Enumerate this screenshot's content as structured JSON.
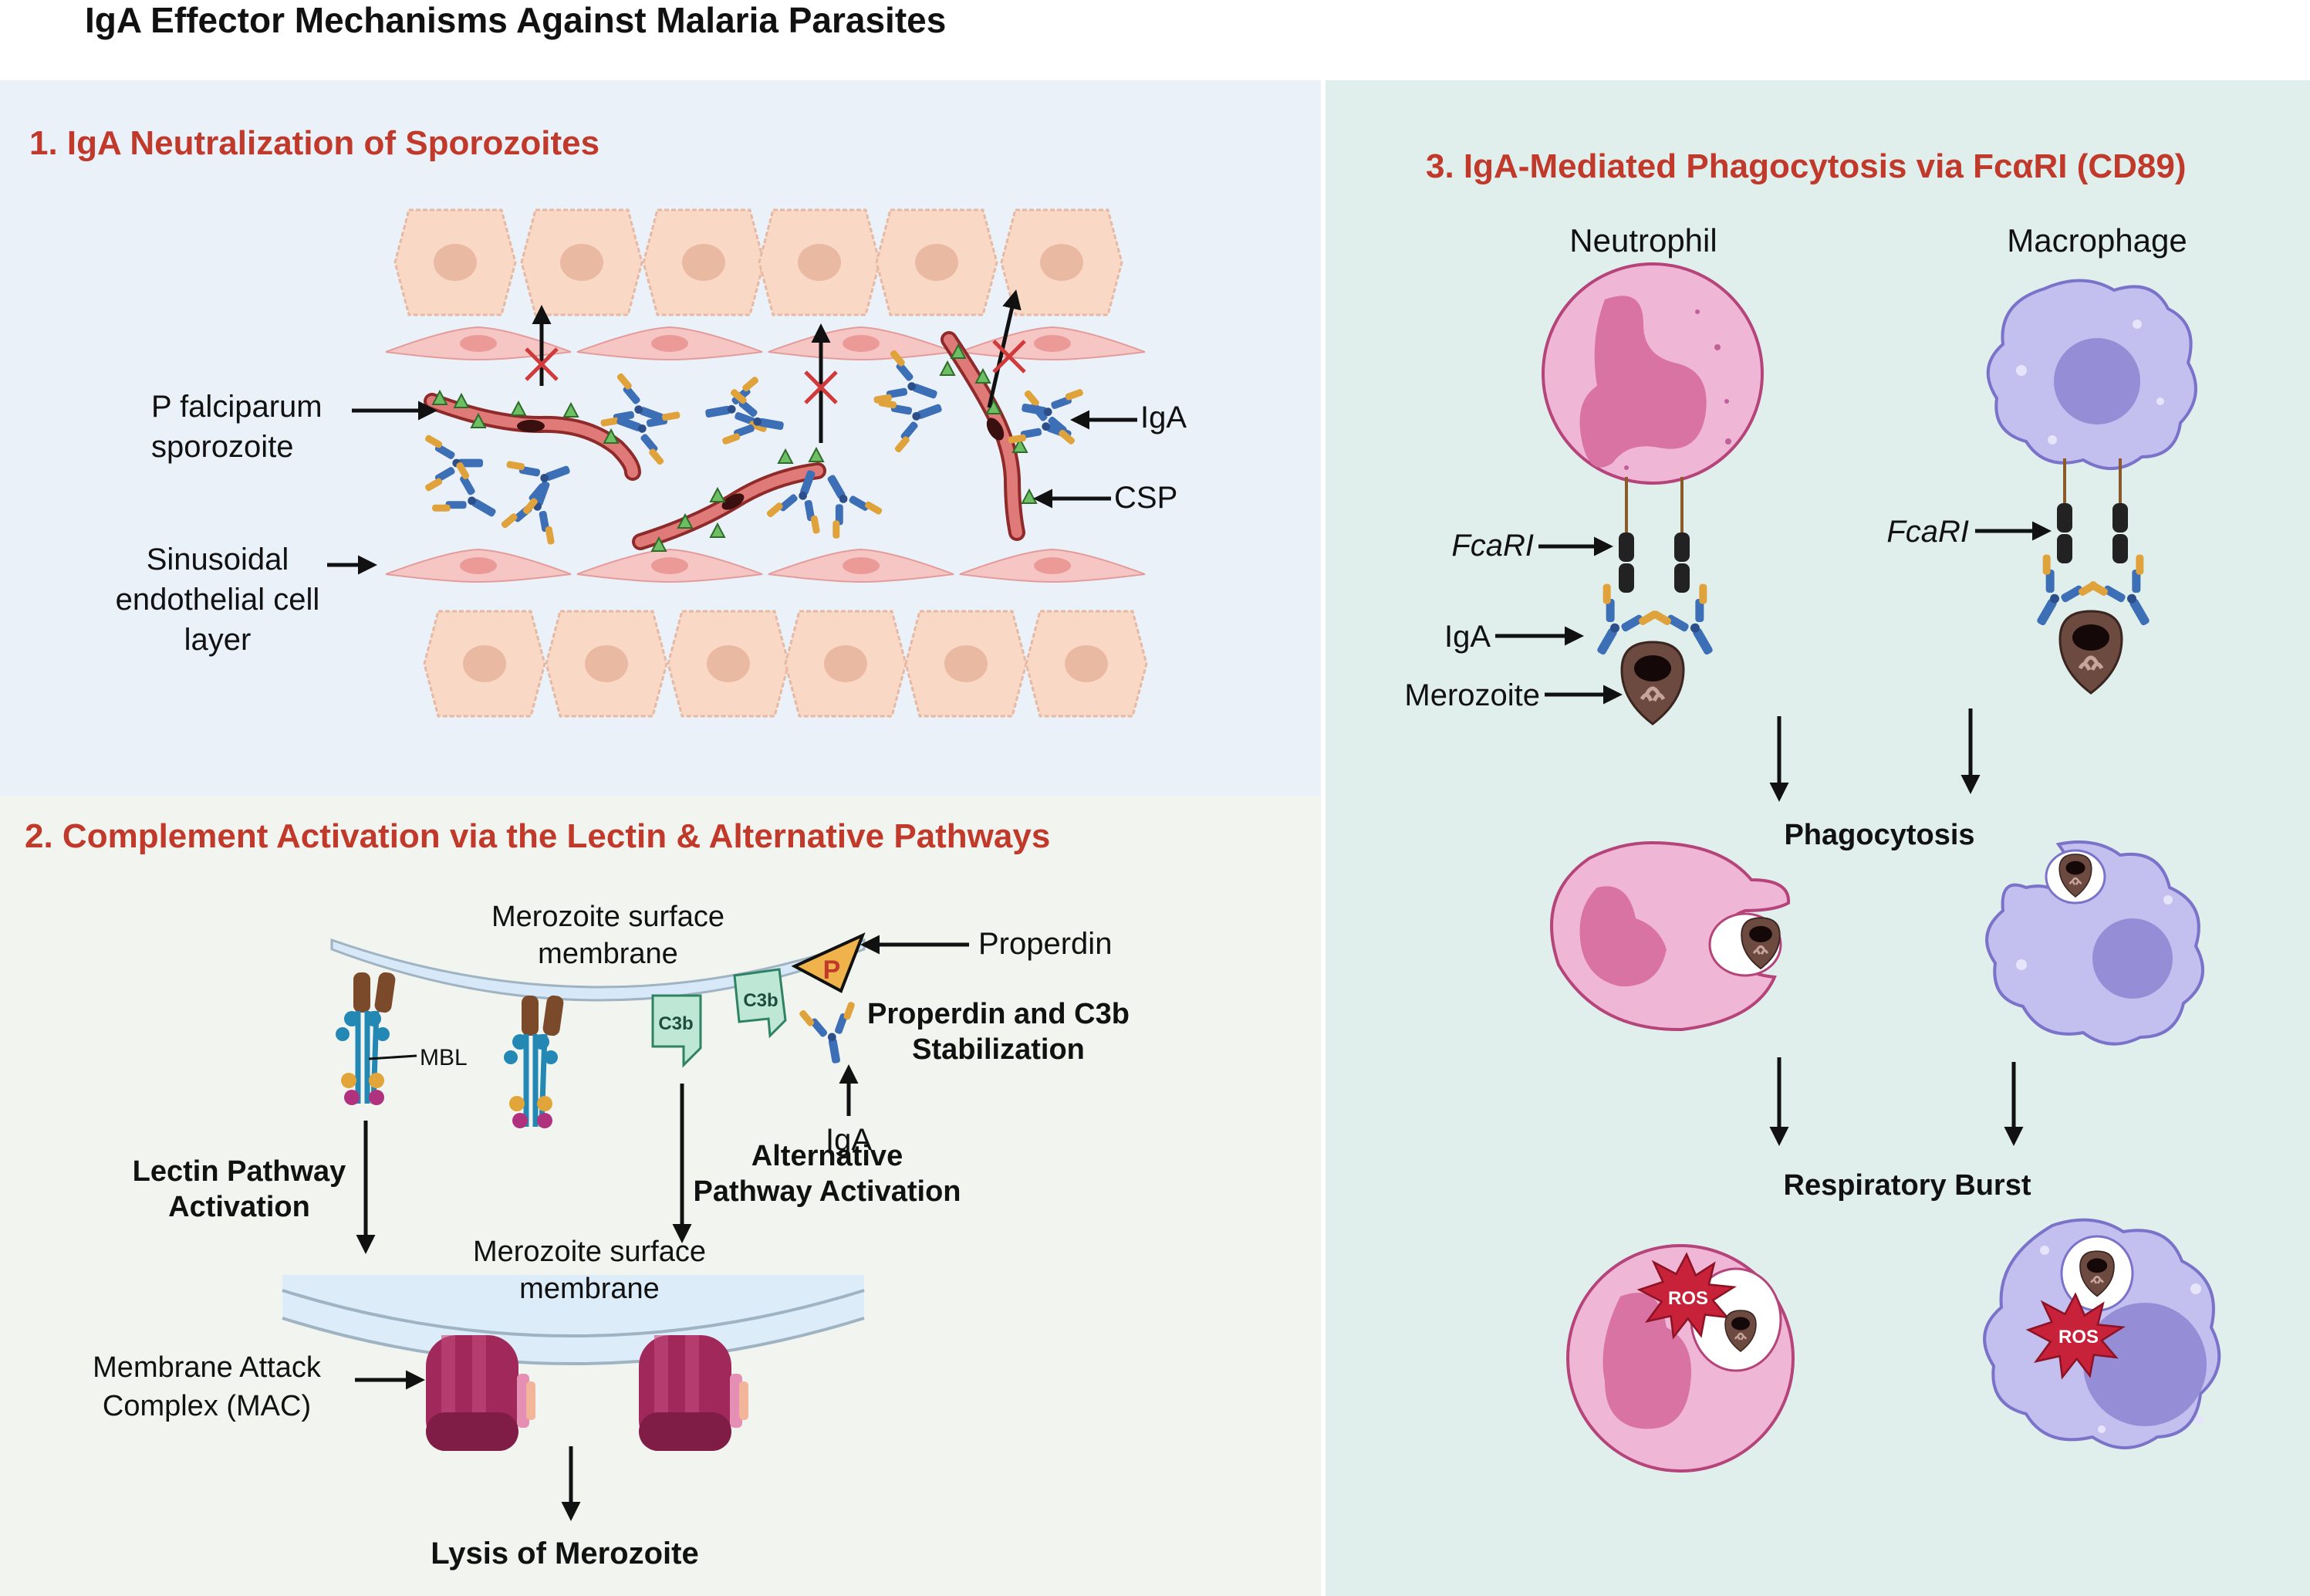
{
  "title": "IgA Effector Mechanisms Against Malaria Parasites",
  "panel1": {
    "heading": "1. IgA Neutralization of Sporozoites",
    "label_sporozoite_1": "P falciparum",
    "label_sporozoite_2": "sporozoite",
    "label_iga": "IgA",
    "label_csp": "CSP",
    "label_endo_1": "Sinusoidal",
    "label_endo_2": "endothelial cell",
    "label_endo_3": "layer"
  },
  "panel2": {
    "heading": "2. Complement Activation via the Lectin & Alternative Pathways",
    "membrane_top_1": "Merozoite surface",
    "membrane_top_2": "membrane",
    "properdin": "Properdin",
    "properdin_symbol": "P",
    "stabilization_1": "Properdin and C3b",
    "stabilization_2": "Stabilization",
    "mbl": "MBL",
    "c3b": "C3b",
    "iga": "IgA",
    "alternative_1": "Alternative",
    "alternative_2": "Pathway Activation",
    "lectin_1": "Lectin Pathway",
    "lectin_2": "Activation",
    "membrane_bottom_1": "Merozoite surface",
    "membrane_bottom_2": "membrane",
    "mac_1": "Membrane Attack",
    "mac_2": "Complex (MAC)",
    "lysis": "Lysis of Merozoite"
  },
  "panel3": {
    "heading": "3. IgA-Mediated Phagocytosis via FcαRI (CD89)",
    "neutrophil": "Neutrophil",
    "macrophage": "Macrophage",
    "fcari": "FcaRI",
    "iga": "IgA",
    "merozoite": "Merozoite",
    "phagocytosis": "Phagocytosis",
    "respiratory_burst": "Respiratory Burst",
    "ros": "ROS"
  },
  "colors": {
    "heading_red": "#c0392b",
    "panel1_bg": "#eaf1f9",
    "panel2_bg": "#f2f5ef",
    "panel3_bg": "#e0efec",
    "neutrophil_pink": "#f0b6d6",
    "macrophage_purple": "#c3bfee",
    "hepatocyte": "#f9d8c6",
    "merozoite_brown": "#6d4a40"
  }
}
